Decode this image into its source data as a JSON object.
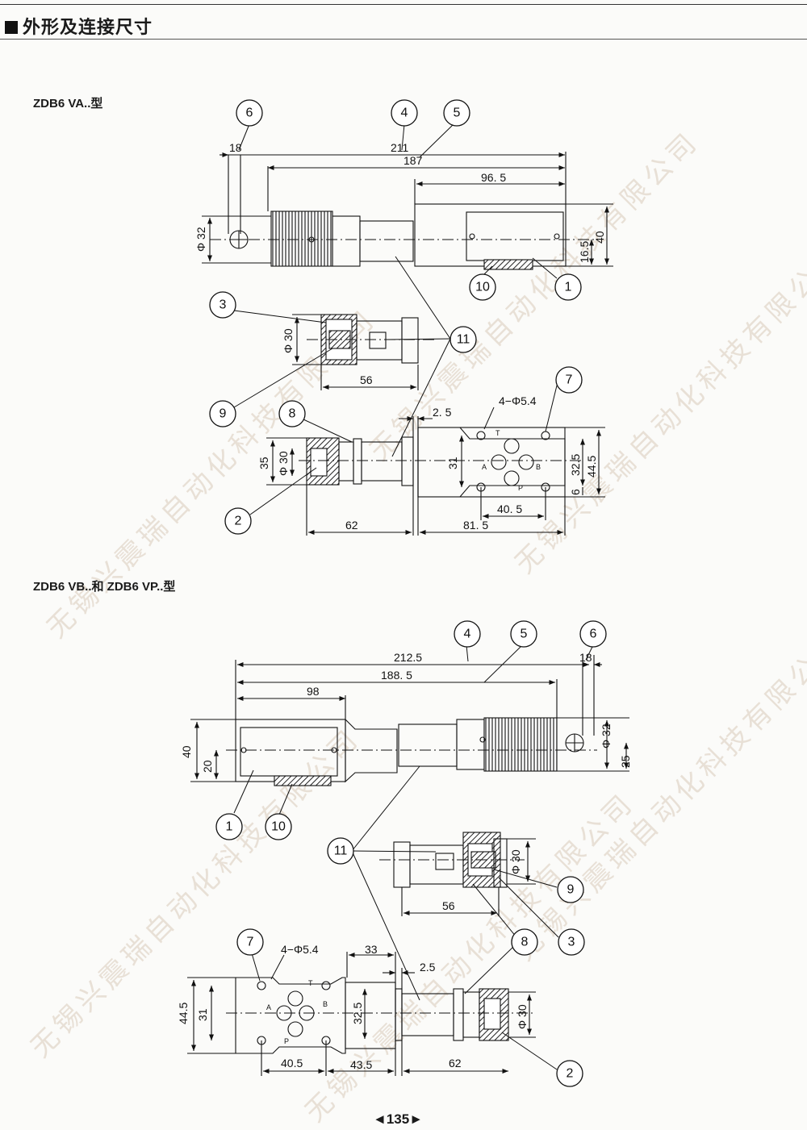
{
  "header": {
    "title": "外形及连接尺寸"
  },
  "watermark": "无锡兴震瑞自动化科技有限公司",
  "page_number": "◄135►",
  "sections": [
    {
      "title": "ZDB6 VA..型",
      "dimensions": {
        "d18": "18",
        "d211": "211",
        "d187": "187",
        "d96_5": "96. 5",
        "phi32": "Φ 32",
        "d40": "40",
        "d16_5": "16.5",
        "phi30a": "Φ 30",
        "d56": "56",
        "d2_5": "2. 5",
        "holes": "4−Φ5.4",
        "d35": "35",
        "phi30b": "Φ 30",
        "d31": "31",
        "d32_5": "32.5",
        "d44_5": "44.5",
        "d6": "6",
        "d40_5": "40. 5",
        "d62": "62",
        "d81_5": "81. 5"
      },
      "ports": {
        "T": "T",
        "A": "A",
        "B": "B",
        "P": "P"
      },
      "callouts": [
        "6",
        "4",
        "5",
        "10",
        "1",
        "3",
        "11",
        "9",
        "8",
        "7",
        "2"
      ]
    },
    {
      "title": "ZDB6 VB..和 ZDB6 VP..型",
      "dimensions": {
        "d212_5": "212.5",
        "d188_5": "188. 5",
        "d18": "18",
        "d98": "98",
        "d40": "40",
        "d20": "20",
        "phi32": "Φ 32",
        "d25": "25",
        "phi30a": "Φ 30",
        "d56": "56",
        "holes": "4−Φ5.4",
        "d33": "33",
        "d2_5": "2.5",
        "d44_5": "44.5",
        "d31": "31",
        "d32_5": "32.5",
        "d40_5": "40.5",
        "d43_5": "43.5",
        "d62": "62",
        "phi30b": "Φ 30"
      },
      "ports": {
        "T": "T",
        "A": "A",
        "B": "B",
        "P": "P"
      },
      "callouts": [
        "4",
        "5",
        "6",
        "1",
        "10",
        "11",
        "9",
        "8",
        "3",
        "7",
        "2"
      ]
    }
  ]
}
